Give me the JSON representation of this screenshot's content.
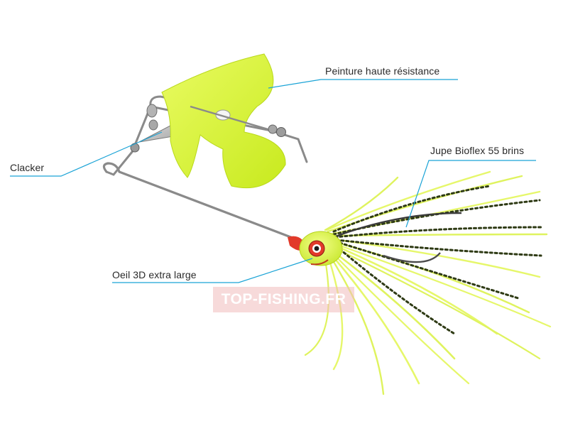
{
  "callouts": {
    "paint": "Peinture haute résistance",
    "skirt": "Jupe Bioflex 55 brins",
    "clacker": "Clacker",
    "eye": "Oeil 3D extra large"
  },
  "watermark": {
    "text": "TOP-FISHING.FR"
  },
  "colors": {
    "callout_line": "#1aa3d6",
    "chartreuse": "#d8f53a",
    "skirt_light": "#e6f76a",
    "speckle": "#2e3a14",
    "wire": "#8a8a8a",
    "head_red": "#e23a2a",
    "watermark_bg": "#f0bcbc"
  }
}
